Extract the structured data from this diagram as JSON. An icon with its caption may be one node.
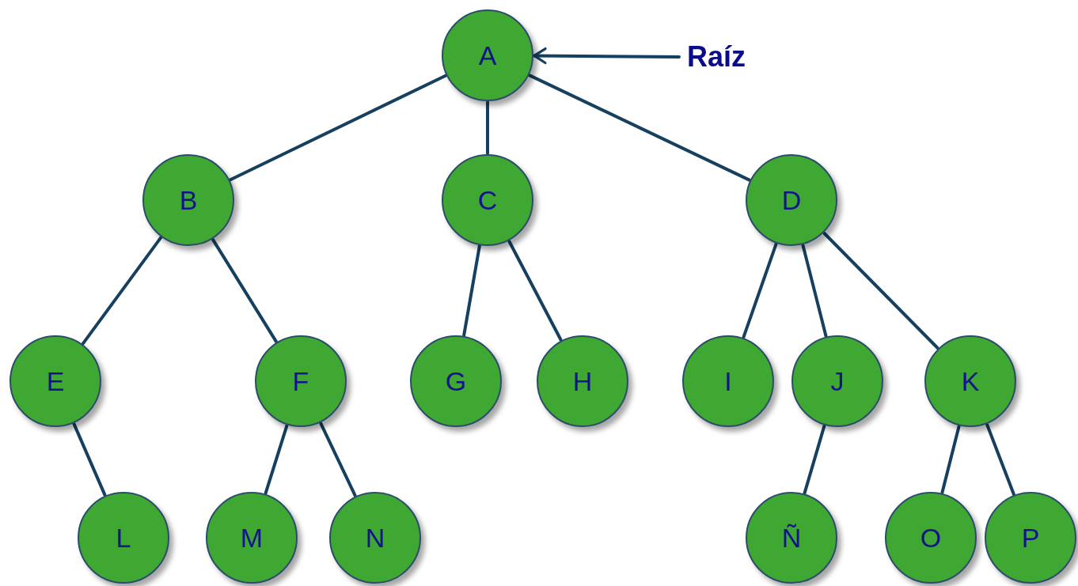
{
  "diagram": {
    "nodes": [
      {
        "text": [
          "A"
        ]
      },
      {
        "text": [
          "B"
        ]
      },
      {
        "text": [
          "C"
        ]
      },
      {
        "text": [
          "D"
        ]
      },
      {
        "text": [
          "E"
        ]
      },
      {
        "text": [
          "F"
        ]
      },
      {
        "text": [
          "G"
        ]
      },
      {
        "text": [
          "H"
        ]
      },
      {
        "text": [
          "I"
        ]
      },
      {
        "text": [
          "J"
        ]
      },
      {
        "text": [
          "K"
        ]
      },
      {
        "text": [
          "L"
        ]
      },
      {
        "text": [
          "M"
        ]
      },
      {
        "text": [
          "N"
        ]
      },
      {
        "text": [
          "Ñ"
        ]
      },
      {
        "text": [
          "O"
        ]
      },
      {
        "text": [
          "P"
        ]
      },
      {
        "text": [
          "Raíz"
        ]
      }
    ],
    "edges": [
      {
        "from": 0,
        "to": 1,
        "arrow": "none"
      },
      {
        "from": 0,
        "to": 2,
        "arrow": "none"
      },
      {
        "from": 0,
        "to": 3,
        "arrow": "none"
      },
      {
        "from": 1,
        "to": 4,
        "arrow": "none"
      },
      {
        "from": 1,
        "to": 5,
        "arrow": "none"
      },
      {
        "from": 2,
        "to": 6,
        "arrow": "none"
      },
      {
        "from": 2,
        "to": 7,
        "arrow": "none"
      },
      {
        "from": 3,
        "to": 8,
        "arrow": "none"
      },
      {
        "from": 3,
        "to": 9,
        "arrow": "none"
      },
      {
        "from": 3,
        "to": 10,
        "arrow": "none"
      },
      {
        "from": 4,
        "to": 11,
        "arrow": "none"
      },
      {
        "from": 5,
        "to": 12,
        "arrow": "none"
      },
      {
        "from": 5,
        "to": 13,
        "arrow": "none"
      },
      {
        "from": 9,
        "to": 14,
        "arrow": "none"
      },
      {
        "from": 10,
        "to": 15,
        "arrow": "none"
      },
      {
        "from": 10,
        "to": 16,
        "arrow": "none"
      },
      {
        "from": 17,
        "to": 0,
        "arrow": "to"
      }
    ]
  }
}
